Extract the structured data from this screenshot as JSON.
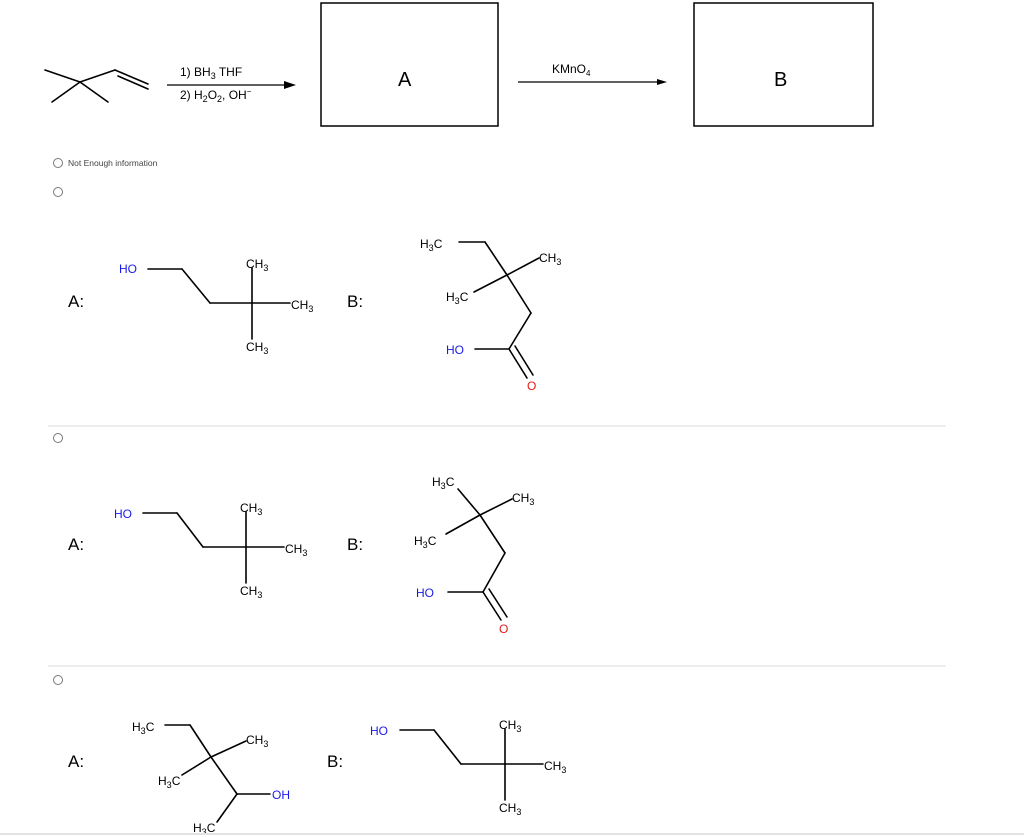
{
  "reaction": {
    "step1": "1) BH",
    "step1_sub": "3",
    "step1_rest": " THF",
    "step2_a": "2) H",
    "step2_sub1": "2",
    "step2_b": "O",
    "step2_sub2": "2",
    "step2_c": ", OH",
    "step2_sup": "−",
    "box_a": "A",
    "box_b": "B",
    "reagent2_a": "KMnO",
    "reagent2_sub": "4"
  },
  "options": {
    "option1_text": "Not Enough information",
    "a_label": "A:",
    "b_label": "B:"
  },
  "atoms": {
    "HO": "HO",
    "CH": "CH",
    "H": "H",
    "C": "C",
    "sub3": "3",
    "O": "O",
    "OH": "OH"
  }
}
